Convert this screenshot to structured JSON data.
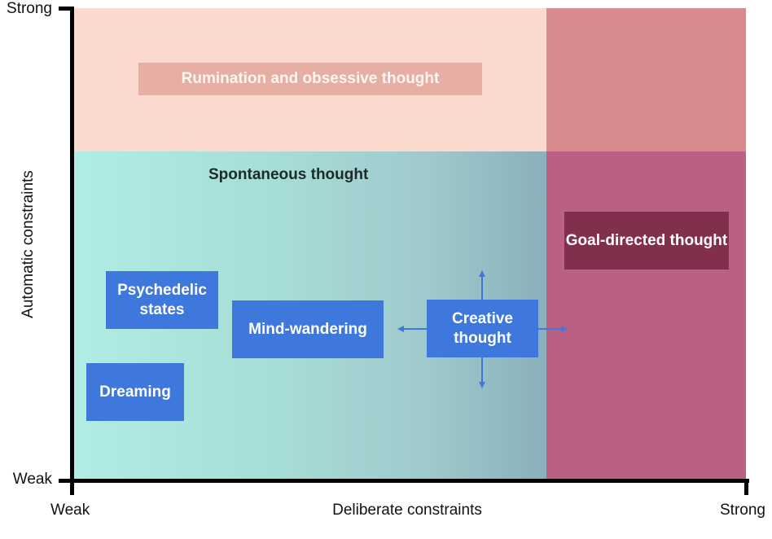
{
  "axes": {
    "y_title": "Automatic constraints",
    "y_strong": "Strong",
    "y_weak": "Weak",
    "x_title": "Deliberate constraints",
    "x_weak": "Weak",
    "x_strong": "Strong"
  },
  "regions": {
    "spontaneous_label": "Spontaneous thought"
  },
  "boxes": {
    "rumination": "Rumination and obsessive thought",
    "goal_directed": "Goal-directed thought",
    "psychedelic": "Psychedelic states",
    "mind_wandering": "Mind-wandering",
    "creative": "Creative thought",
    "dreaming": "Dreaming"
  },
  "colors": {
    "blue_box": "#3f78dc",
    "rumination_region": "#fcd9cf",
    "top_right_region": "#d98a8f",
    "goal_region": "#b96084",
    "goal_box": "#822f4d",
    "rumination_box": "#e7aea3",
    "spontaneous_gradient_start": "#b1ede4",
    "spontaneous_gradient_end": "#8ab0bb",
    "arrow": "#3f78dc"
  }
}
